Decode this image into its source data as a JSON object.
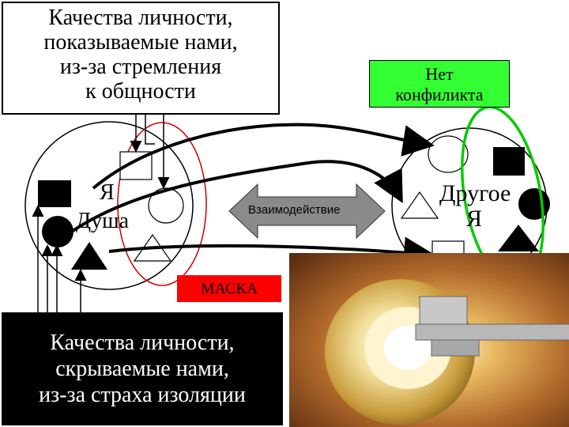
{
  "top_box": {
    "lines": [
      "Качества личности,",
      "показываемые нами,",
      "из-за стремления",
      "к общности"
    ]
  },
  "green_box": {
    "lines": [
      "Нет",
      "конфиликта"
    ]
  },
  "bottom_box": {
    "lines": [
      "Качества личности,",
      "скрываемые нами,",
      "из-за страха изоляции"
    ]
  },
  "mask_label": "МАСКА",
  "self_label": {
    "line1": "Я",
    "line2": "Душа"
  },
  "other_label": {
    "line1": "Другое",
    "line2": "Я"
  },
  "interaction_label": "Взаимодействие",
  "colors": {
    "green_box": "#33ff33",
    "mask": "#ff0000",
    "ellipse_green": "#00cc00",
    "ellipse_red": "#cc0000"
  }
}
